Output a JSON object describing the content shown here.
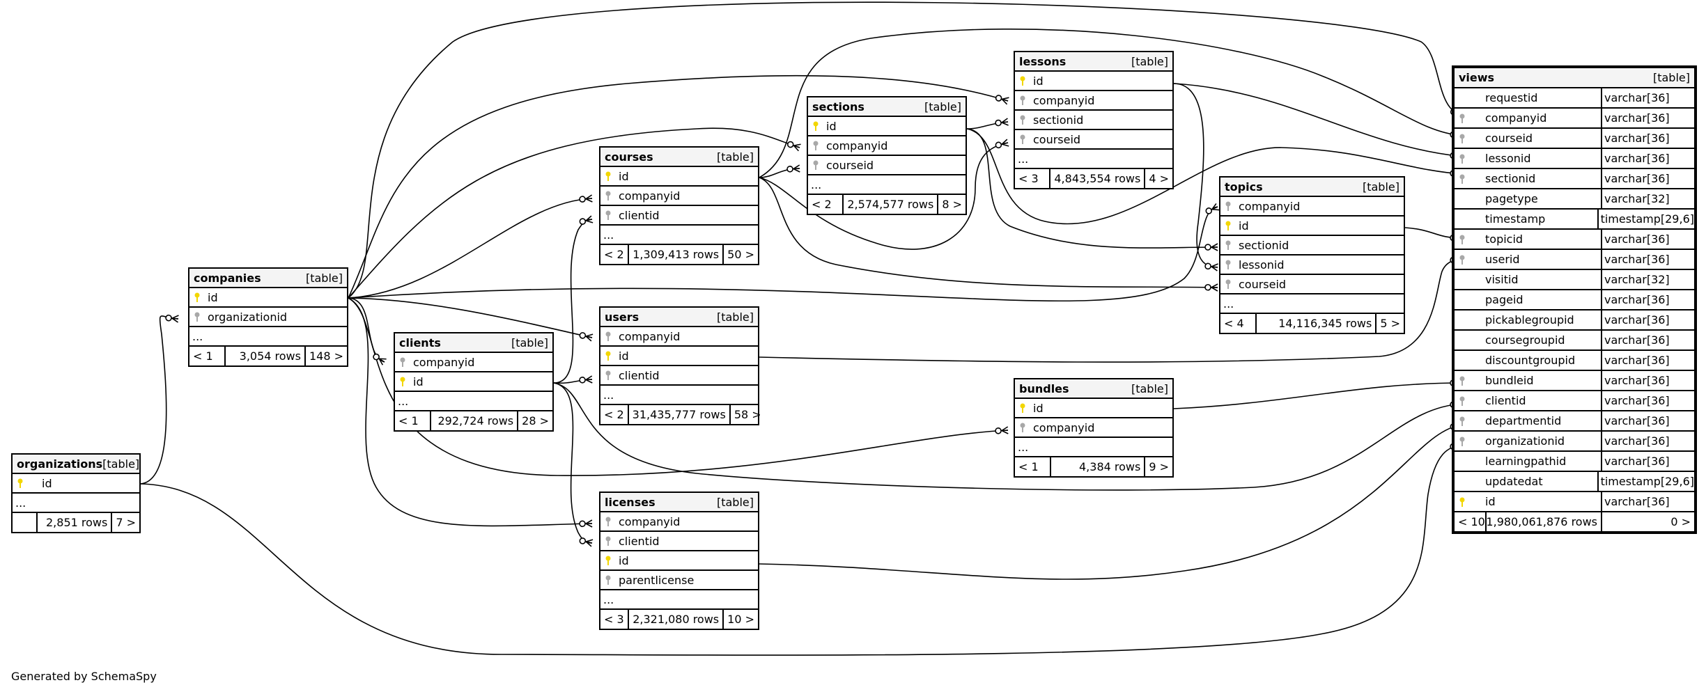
{
  "footer": "Generated by SchemaSpy",
  "colors": {
    "primary_key": "#f2d600",
    "foreign_key": "#a8a8a8"
  },
  "tables": {
    "organizations": {
      "name": "organizations",
      "tag": "[table]",
      "columns": [
        {
          "name": "id",
          "key": "pk"
        }
      ],
      "ellipsis": "...",
      "footer": [
        "",
        "2,851 rows",
        "7 >"
      ]
    },
    "companies": {
      "name": "companies",
      "tag": "[table]",
      "columns": [
        {
          "name": "id",
          "key": "pk"
        },
        {
          "name": "organizationid",
          "key": "fk"
        }
      ],
      "ellipsis": "...",
      "footer": [
        "< 1",
        "3,054 rows",
        "148 >"
      ]
    },
    "clients": {
      "name": "clients",
      "tag": "[table]",
      "columns": [
        {
          "name": "companyid",
          "key": "fk"
        },
        {
          "name": "id",
          "key": "pk"
        }
      ],
      "ellipsis": "...",
      "footer": [
        "< 1",
        "292,724 rows",
        "28 >"
      ]
    },
    "courses": {
      "name": "courses",
      "tag": "[table]",
      "columns": [
        {
          "name": "id",
          "key": "pk"
        },
        {
          "name": "companyid",
          "key": "fk"
        },
        {
          "name": "clientid",
          "key": "fk"
        }
      ],
      "ellipsis": "...",
      "footer": [
        "< 2",
        "1,309,413 rows",
        "50 >"
      ]
    },
    "users": {
      "name": "users",
      "tag": "[table]",
      "columns": [
        {
          "name": "companyid",
          "key": "fk"
        },
        {
          "name": "id",
          "key": "pk"
        },
        {
          "name": "clientid",
          "key": "fk"
        }
      ],
      "ellipsis": "...",
      "footer": [
        "< 2",
        "31,435,777 rows",
        "58 >"
      ]
    },
    "licenses": {
      "name": "licenses",
      "tag": "[table]",
      "columns": [
        {
          "name": "companyid",
          "key": "fk"
        },
        {
          "name": "clientid",
          "key": "fk"
        },
        {
          "name": "id",
          "key": "pk"
        },
        {
          "name": "parentlicense",
          "key": "fk"
        }
      ],
      "ellipsis": "...",
      "footer": [
        "< 3",
        "2,321,080 rows",
        "10 >"
      ]
    },
    "sections": {
      "name": "sections",
      "tag": "[table]",
      "columns": [
        {
          "name": "id",
          "key": "pk"
        },
        {
          "name": "companyid",
          "key": "fk"
        },
        {
          "name": "courseid",
          "key": "fk"
        }
      ],
      "ellipsis": "...",
      "footer": [
        "< 2",
        "2,574,577 rows",
        "8 >"
      ]
    },
    "lessons": {
      "name": "lessons",
      "tag": "[table]",
      "columns": [
        {
          "name": "id",
          "key": "pk"
        },
        {
          "name": "companyid",
          "key": "fk"
        },
        {
          "name": "sectionid",
          "key": "fk"
        },
        {
          "name": "courseid",
          "key": "fk"
        }
      ],
      "ellipsis": "...",
      "footer": [
        "< 3",
        "4,843,554 rows",
        "4 >"
      ]
    },
    "bundles": {
      "name": "bundles",
      "tag": "[table]",
      "columns": [
        {
          "name": "id",
          "key": "pk"
        },
        {
          "name": "companyid",
          "key": "fk"
        }
      ],
      "ellipsis": "...",
      "footer": [
        "< 1",
        "4,384 rows",
        "9 >"
      ]
    },
    "topics": {
      "name": "topics",
      "tag": "[table]",
      "columns": [
        {
          "name": "companyid",
          "key": "fk"
        },
        {
          "name": "id",
          "key": "pk"
        },
        {
          "name": "sectionid",
          "key": "fk"
        },
        {
          "name": "lessonid",
          "key": "fk"
        },
        {
          "name": "courseid",
          "key": "fk"
        }
      ],
      "ellipsis": "...",
      "footer": [
        "< 4",
        "14,116,345 rows",
        "5 >"
      ]
    }
  },
  "views": {
    "name": "views",
    "tag": "[table]",
    "columns": [
      {
        "name": "requestid",
        "type": "varchar[36]",
        "key": "none"
      },
      {
        "name": "companyid",
        "type": "varchar[36]",
        "key": "fk"
      },
      {
        "name": "courseid",
        "type": "varchar[36]",
        "key": "fk"
      },
      {
        "name": "lessonid",
        "type": "varchar[36]",
        "key": "fk"
      },
      {
        "name": "sectionid",
        "type": "varchar[36]",
        "key": "fk"
      },
      {
        "name": "pagetype",
        "type": "varchar[32]",
        "key": "none"
      },
      {
        "name": "timestamp",
        "type": "timestamp[29,6]",
        "key": "none"
      },
      {
        "name": "topicid",
        "type": "varchar[36]",
        "key": "fk"
      },
      {
        "name": "userid",
        "type": "varchar[36]",
        "key": "fk"
      },
      {
        "name": "visitid",
        "type": "varchar[32]",
        "key": "none"
      },
      {
        "name": "pageid",
        "type": "varchar[36]",
        "key": "none"
      },
      {
        "name": "pickablegroupid",
        "type": "varchar[36]",
        "key": "none"
      },
      {
        "name": "coursegroupid",
        "type": "varchar[36]",
        "key": "none"
      },
      {
        "name": "discountgroupid",
        "type": "varchar[36]",
        "key": "none"
      },
      {
        "name": "bundleid",
        "type": "varchar[36]",
        "key": "fk"
      },
      {
        "name": "clientid",
        "type": "varchar[36]",
        "key": "fk"
      },
      {
        "name": "departmentid",
        "type": "varchar[36]",
        "key": "fk"
      },
      {
        "name": "organizationid",
        "type": "varchar[36]",
        "key": "fk"
      },
      {
        "name": "learningpathid",
        "type": "varchar[36]",
        "key": "none"
      },
      {
        "name": "updatedat",
        "type": "timestamp[29,6]",
        "key": "none"
      },
      {
        "name": "id",
        "type": "varchar[36]",
        "key": "pk"
      }
    ],
    "footer": [
      "< 10",
      "1,980,061,876 rows",
      "0 >"
    ]
  }
}
